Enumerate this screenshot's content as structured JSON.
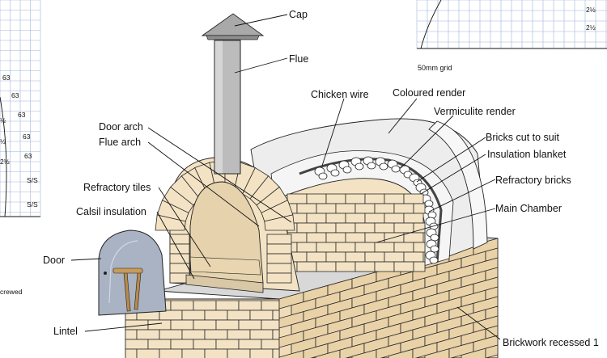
{
  "labels": {
    "cap": "Cap",
    "flue": "Flue",
    "chicken_wire": "Chicken wire",
    "coloured_render": "Coloured render",
    "vermiculite_render": "Vermiculite render",
    "bricks_cut": "Bricks cut to suit",
    "insulation_blanket": "Insulation blanket",
    "refractory_bricks": "Refractory bricks",
    "main_chamber": "Main Chamber",
    "door_arch": "Door arch",
    "flue_arch": "Flue arch",
    "refractory_tiles": "Refractory tiles",
    "calsil": "Calsil insulation",
    "door": "Door",
    "lintel": "Lintel",
    "brickwork": "Brickwork recessed 1"
  },
  "grid_note": "50mm grid",
  "left_drawing": {
    "dims": [
      "63",
      "63",
      "63",
      "63",
      "63"
    ],
    "halves": [
      "½",
      "½",
      "2½"
    ],
    "ss": [
      "S/S",
      "S/S"
    ],
    "crewed": "crewed"
  },
  "right_drawing": {
    "dims": [
      "2½",
      "2½"
    ]
  },
  "colors": {
    "grid": "#9fb6d8",
    "brick": "#f3e3c4",
    "render": "#ececec",
    "chimney": "#b9b9b9"
  }
}
